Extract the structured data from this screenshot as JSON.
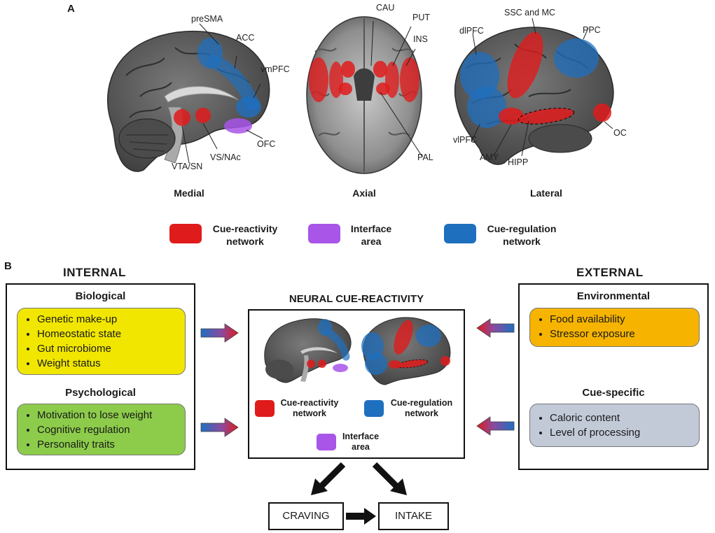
{
  "panelA": {
    "letter": "A",
    "views": {
      "medial": "Medial",
      "axial": "Axial",
      "lateral": "Lateral"
    },
    "medial_labels": {
      "preSMA": "preSMA",
      "ACC": "ACC",
      "vmPFC": "vmPFC",
      "OFC": "OFC",
      "VSNAc": "VS/NAc",
      "VTASN": "VTA/SN"
    },
    "axial_labels": {
      "CAU": "CAU",
      "PUT": "PUT",
      "INS": "INS",
      "PAL": "PAL"
    },
    "lateral_labels": {
      "SSCMC": "SSC and MC",
      "dlPFC": "dlPFC",
      "PPC": "PPC",
      "vlPFC": "vlPFC",
      "AMY": "AMY",
      "HIPP": "HIPP",
      "OC": "OC"
    },
    "legend": {
      "reactivity_line1": "Cue-reactivity",
      "reactivity_line2": "network",
      "interface_line1": "Interface",
      "interface_line2": "area",
      "regulation_line1": "Cue-regulation",
      "regulation_line2": "network"
    }
  },
  "panelB": {
    "letter": "B",
    "internal": {
      "heading": "INTERNAL",
      "biological": {
        "title": "Biological",
        "items": [
          "Genetic make-up",
          "Homeostatic state",
          "Gut microbiome",
          "Weight status"
        ]
      },
      "psychological": {
        "title": "Psychological",
        "items": [
          "Motivation to lose weight",
          "Cognitive regulation",
          "Personality traits"
        ]
      }
    },
    "external": {
      "heading": "EXTERNAL",
      "environmental": {
        "title": "Environmental",
        "items": [
          "Food availability",
          "Stressor exposure"
        ]
      },
      "cue_specific": {
        "title": "Cue-specific",
        "items": [
          "Caloric content",
          "Level of processing"
        ]
      }
    },
    "neural": {
      "title": "NEURAL CUE-REACTIVITY",
      "reactivity_line1": "Cue-reactivity",
      "reactivity_line2": "network",
      "regulation_line1": "Cue-regulation",
      "regulation_line2": "network",
      "interface_line1": "Interface",
      "interface_line2": "area"
    },
    "outcomes": {
      "craving": "CRAVING",
      "intake": "INTAKE"
    }
  },
  "colors": {
    "reactivity": "#e01b1b",
    "interface": "#a855e8",
    "regulation": "#1f6fbf",
    "biological_fill": "#f0e600",
    "psychological_fill": "#8ccc4a",
    "environmental_fill": "#f6b400",
    "cue_specific_fill": "#c2cad8",
    "brain_gray": "#5c5c5c"
  }
}
